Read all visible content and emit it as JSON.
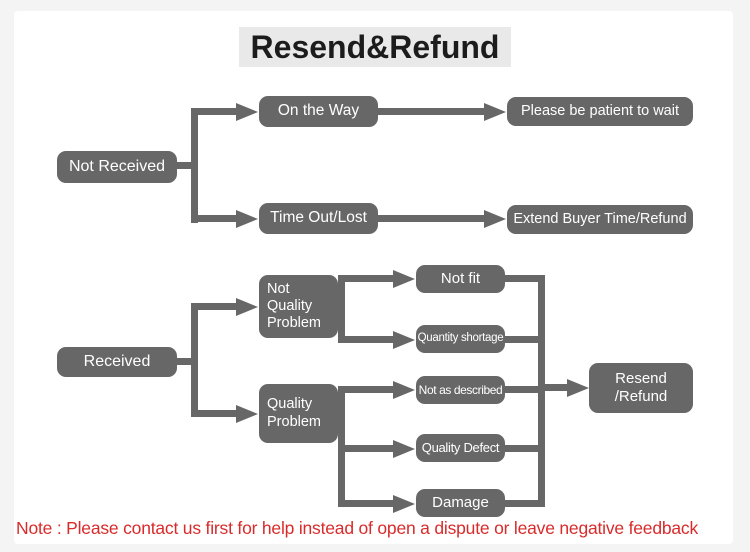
{
  "page": {
    "title": "Resend&Refund",
    "note": "Note : Please contact us first for help instead of open a dispute or leave negative feedback"
  },
  "colors": {
    "node_fill": "#676767",
    "node_text": "#ffffff",
    "line": "#676767",
    "title_bg": "#e9e9e9",
    "title_text": "#1c1c1c",
    "note_red": "#d92b2b",
    "page_bg": "#f4f4f4",
    "card_bg": "#ffffff"
  },
  "nodes": {
    "not_received": "Not Received",
    "on_the_way": "On the Way",
    "please_wait": "Please be patient to wait",
    "time_out_lost": "Time Out/Lost",
    "extend_refund": "Extend Buyer Time/Refund",
    "received": "Received",
    "not_quality_problem": "Not\nQuality\nProblem",
    "quality_problem": "Quality\nProblem",
    "not_fit": "Not fit",
    "quantity_shortage": "Quantity shortage",
    "not_as_described": "Not as described",
    "quality_defect": "Quality Defect",
    "damage": "Damage",
    "resend_refund": "Resend\n/Refund"
  }
}
